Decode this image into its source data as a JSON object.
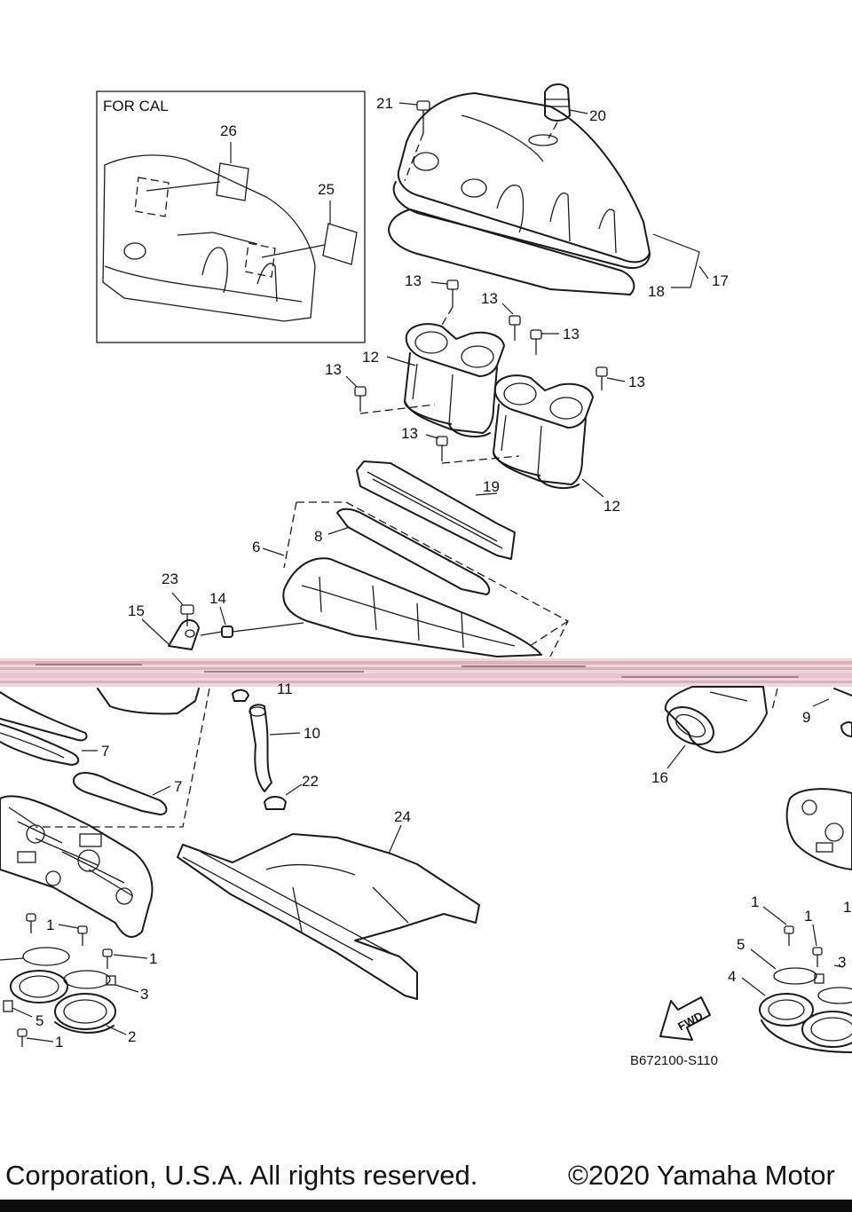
{
  "diagram": {
    "inset_label": "FOR CAL",
    "diagram_code": "B672100-S110",
    "fwd_label": "FWD",
    "callouts": {
      "c1a": "1",
      "c1b": "1",
      "c1c": "1",
      "c1d": "1",
      "c1e": "1",
      "c1f": "1",
      "c2": "2",
      "c3a": "3",
      "c3b": "3",
      "c4": "4",
      "c5a": "5",
      "c5b": "5",
      "c6": "6",
      "c7a": "7",
      "c7b": "7",
      "c8": "8",
      "c9": "9",
      "c10": "10",
      "c11": "11",
      "c12a": "12",
      "c12b": "12",
      "c13a": "13",
      "c13b": "13",
      "c13c": "13",
      "c13d": "13",
      "c13e": "13",
      "c13f": "13",
      "c14": "14",
      "c15": "15",
      "c16": "16",
      "c17": "17",
      "c18": "18",
      "c19": "19",
      "c20": "20",
      "c21": "21",
      "c22": "22",
      "c23": "23",
      "c24": "24",
      "c25": "25",
      "c26": "26"
    }
  },
  "footer": {
    "left_text": "Corporation, U.S.A. All rights reserved.",
    "right_text": "©2020 Yamaha Motor"
  },
  "colors": {
    "line": "#1a1a1a",
    "glitch": "#e8c6cf",
    "bottom_bar": "#0d0d0d"
  }
}
